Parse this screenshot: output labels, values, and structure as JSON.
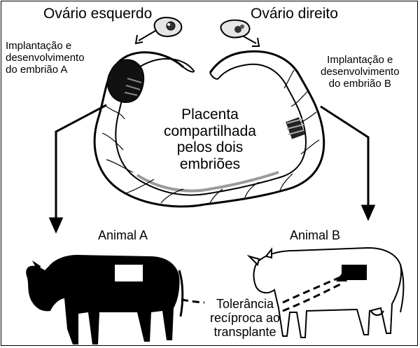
{
  "labels": {
    "left_ovary": "Ovário esquerdo",
    "right_ovary": "Ovário direito",
    "implant_a": [
      "Implantação e",
      "desenvolvimento",
      "do embrião A"
    ],
    "implant_b": [
      "Implantação e",
      "desenvolvimento",
      "do embrião B"
    ],
    "placenta": [
      "Placenta",
      "compartilhada",
      "pelos dois",
      "embriões"
    ],
    "animal_a": "Animal A",
    "animal_b": "Animal B",
    "tolerance": [
      "Tolerância",
      "recíproca ao",
      "transplante"
    ]
  },
  "colors": {
    "ink": "#000000",
    "graft_white": "#ffffff",
    "graft_black": "#000000"
  }
}
